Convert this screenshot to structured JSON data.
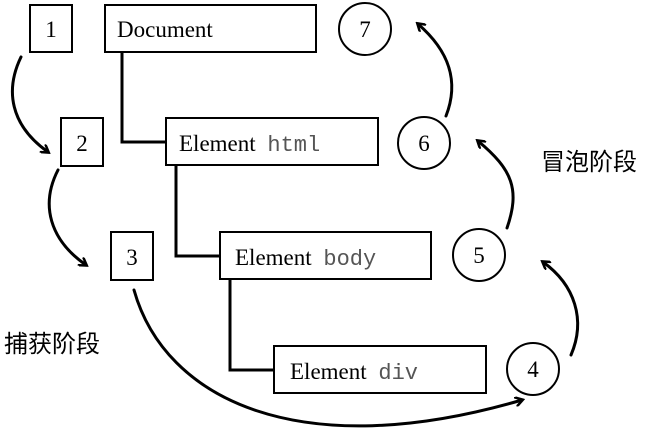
{
  "diagram": {
    "nodes": [
      {
        "id": "document",
        "label": "Document",
        "tag": ""
      },
      {
        "id": "html",
        "label": "Element",
        "tag": "html"
      },
      {
        "id": "body",
        "label": "Element",
        "tag": "body"
      },
      {
        "id": "div",
        "label": "Element",
        "tag": "div"
      }
    ],
    "capture_steps": [
      "1",
      "2",
      "3"
    ],
    "bubble_steps": [
      "4",
      "5",
      "6",
      "7"
    ],
    "capture_label": "捕获阶段",
    "bubble_label": "冒泡阶段"
  }
}
